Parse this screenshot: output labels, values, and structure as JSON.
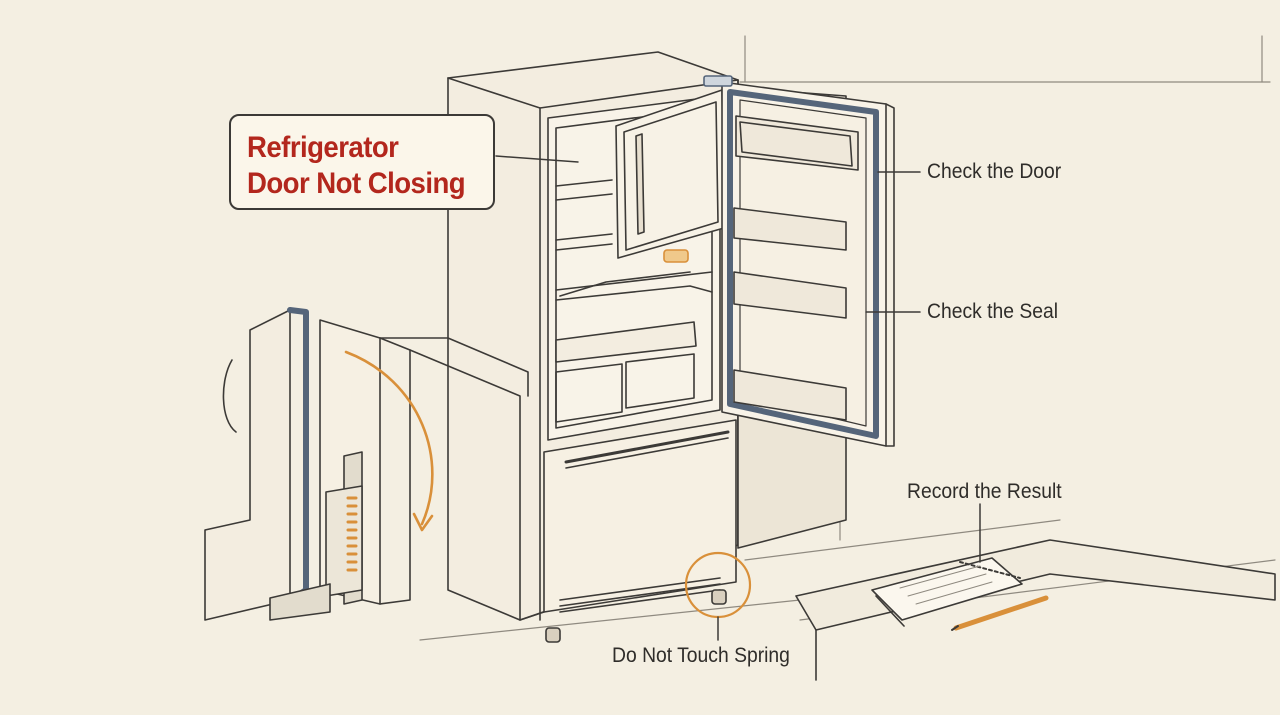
{
  "title": {
    "line1": "Refrigerator",
    "line2": "Door Not Closing"
  },
  "callouts": {
    "check_door": "Check the Door",
    "check_seal": "Check the Seal",
    "record_result": "Record the Result",
    "do_not_touch_spring": "Do Not Touch Spring"
  },
  "colors": {
    "background": "#f4efe2",
    "title_text": "#b3271d",
    "line_art": "#3c3a37",
    "accent_orange": "#d9903a",
    "seal_blue": "#55657a"
  }
}
